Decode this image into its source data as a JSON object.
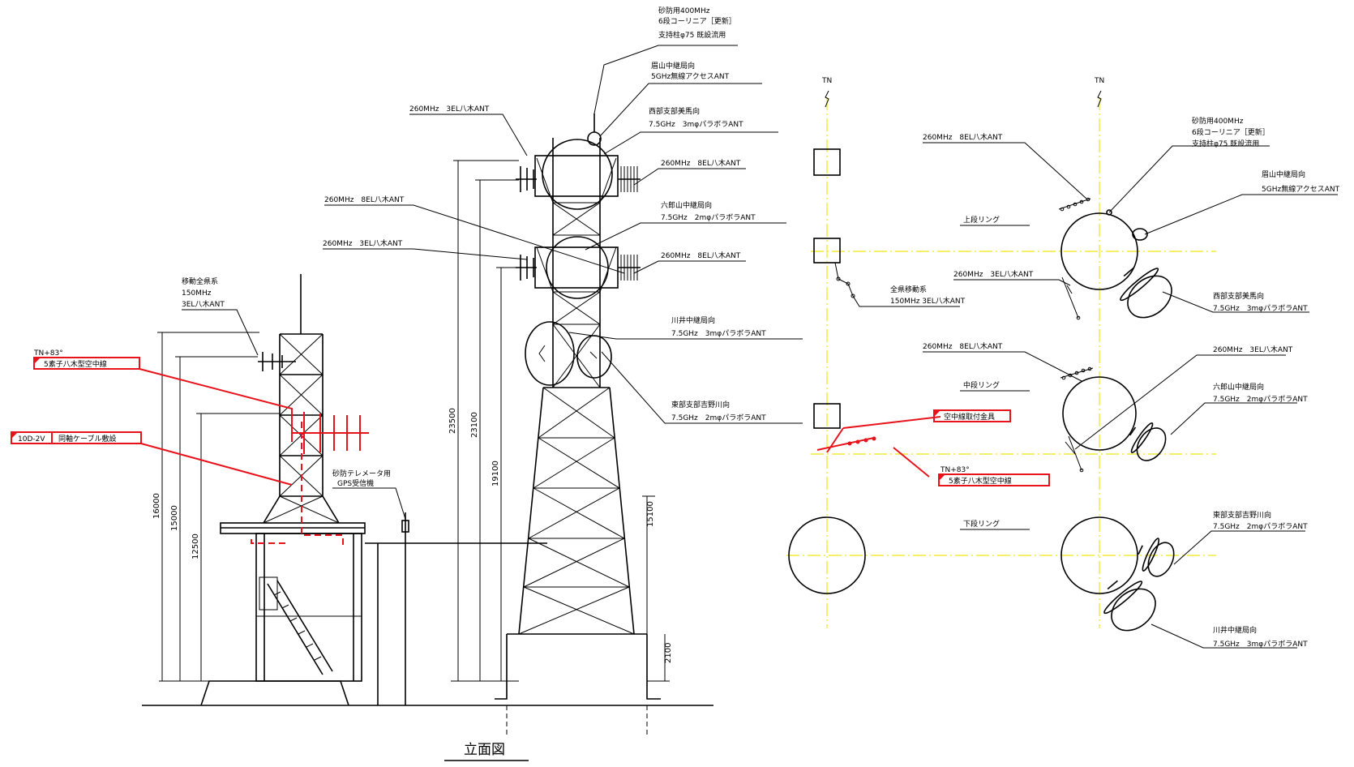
{
  "drawing_title": "立面図",
  "colors": {
    "line": "#000000",
    "center_line": "#f2ea3a",
    "highlight": "#e8121a"
  },
  "dimensions": [
    "16000",
    "15000",
    "12500",
    "23500",
    "23100",
    "19100",
    "15100",
    "2100"
  ],
  "elevation": {
    "sabo_coli": [
      "砂防用400MHz",
      "6段コーリニア［更新］",
      "支持柱φ75 既設流用"
    ],
    "mayuyama": [
      "眉山中継局向",
      "5GHz無線アクセスANT"
    ],
    "seibu": [
      "西部支部美馬向",
      "7.5GHz　3mφパラボラANT"
    ],
    "yagi_260_3el_top": "260MHz　3EL八木ANT",
    "yagi_260_8el_top_right": "260MHz　8EL八木ANT",
    "yagi_260_8el_mid_left": "260MHz　8EL八木ANT",
    "rokurou": [
      "六郎山中継局向",
      "7.5GHz　2mφパラボラANT"
    ],
    "yagi_260_3el_mid": "260MHz　3EL八木ANT",
    "yagi_260_8el_mid_right": "260MHz　8EL八木ANT",
    "kawai": [
      "川井中継局向",
      "7.5GHz　3mφパラボラANT"
    ],
    "tobu": [
      "東部支部吉野川向",
      "7.5GHz　2mφパラボラANT"
    ],
    "idou": [
      "移動全県系",
      "150MHz",
      "3EL八木ANT"
    ],
    "gps": [
      "砂防テレメータ用",
      "GPS受信機"
    ],
    "red_tag_1": {
      "angle": "TN+83°",
      "text": "5素子八木型空中線"
    },
    "red_tag_2": {
      "code": "10D-2V",
      "text": "同軸ケーブル敷設"
    }
  },
  "plan": {
    "tn": [
      "TN",
      "TN"
    ],
    "upper_ring": "上段リング",
    "middle_ring": "中段リング",
    "lower_ring": "下段リング",
    "zenken": [
      "全県移動系",
      "150MHz 3EL八木ANT"
    ],
    "red_fitting": "空中線取付金具",
    "red_tag": {
      "angle": "TN+83°",
      "text": "5素子八木型空中線"
    },
    "yagi_260_8el_upper": "260MHz　8EL八木ANT",
    "sabo_coli": [
      "砂防用400MHz",
      "6段コーリニア［更新］",
      "支持柱φ75 既設流用"
    ],
    "mayuyama": [
      "眉山中継局向",
      "5GHz無線アクセスANT"
    ],
    "yagi_260_3el_upper": "260MHz　3EL八木ANT",
    "seibu": [
      "西部支部美馬向",
      "7.5GHz　3mφパラボラANT"
    ],
    "yagi_260_8el_middle": "260MHz　8EL八木ANT",
    "yagi_260_3el_middle": "260MHz　3EL八木ANT",
    "rokurou": [
      "六郎山中継局向",
      "7.5GHz　2mφパラボラANT"
    ],
    "tobu": [
      "東部支部吉野川向",
      "7.5GHz　2mφパラボラANT"
    ],
    "kawai": [
      "川井中継局向",
      "7.5GHz　3mφパラボラANT"
    ]
  }
}
